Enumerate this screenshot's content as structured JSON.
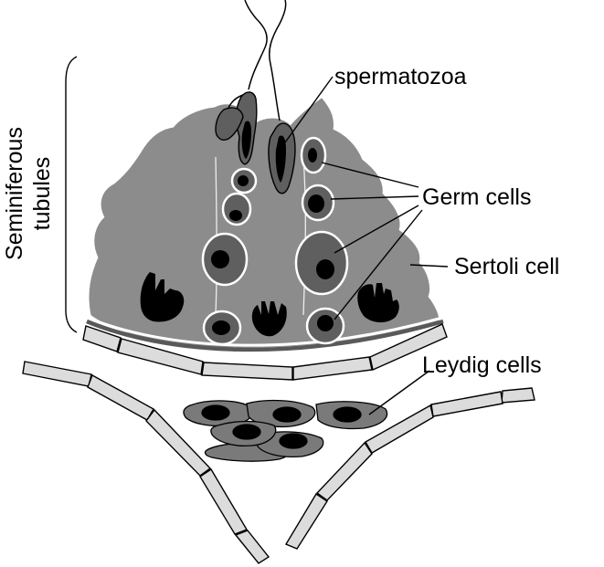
{
  "labels": {
    "spermatozoa": "spermatozoa",
    "germ_cells": "Germ cells",
    "sertoli_cell": "Sertoli cell",
    "leydig_cells": "Leydig cells",
    "seminiferous_line1": "Seminiferous",
    "seminiferous_line2": "tubules"
  },
  "colors": {
    "sertoli_fill": "#8c8c8c",
    "germ_cell_fill": "#5f5f5f",
    "nucleus": "#000000",
    "basement_membrane": "#595959",
    "myoid_cell_fill": "#dcdcdc",
    "leydig_fill": "#7a7a7a"
  }
}
